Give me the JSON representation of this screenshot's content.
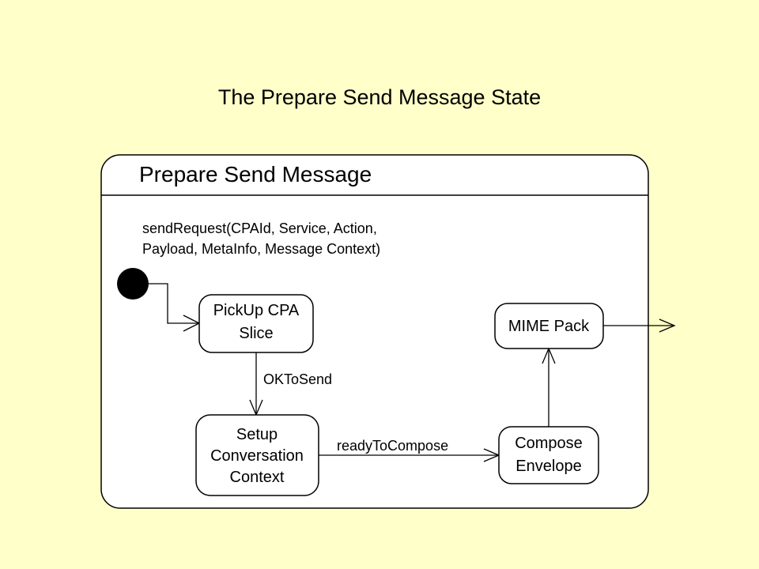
{
  "slide": {
    "title": "The Prepare Send Message State"
  },
  "diagram": {
    "composite_state": {
      "name": "Prepare Send Message"
    },
    "entry_event": {
      "line1": "sendRequest(CPAId, Service, Action,",
      "line2": "Payload, MetaInfo, Message Context)"
    },
    "states": {
      "pickup": {
        "line1": "PickUp CPA",
        "line2": "Slice"
      },
      "setup": {
        "line1": "Setup",
        "line2": "Conversation",
        "line3": "Context"
      },
      "compose": {
        "line1": "Compose",
        "line2": "Envelope"
      },
      "mime": {
        "line1": "MIME Pack"
      }
    },
    "transitions": {
      "ok_to_send": "OKToSend",
      "ready_to_compose": "readyToCompose"
    }
  }
}
